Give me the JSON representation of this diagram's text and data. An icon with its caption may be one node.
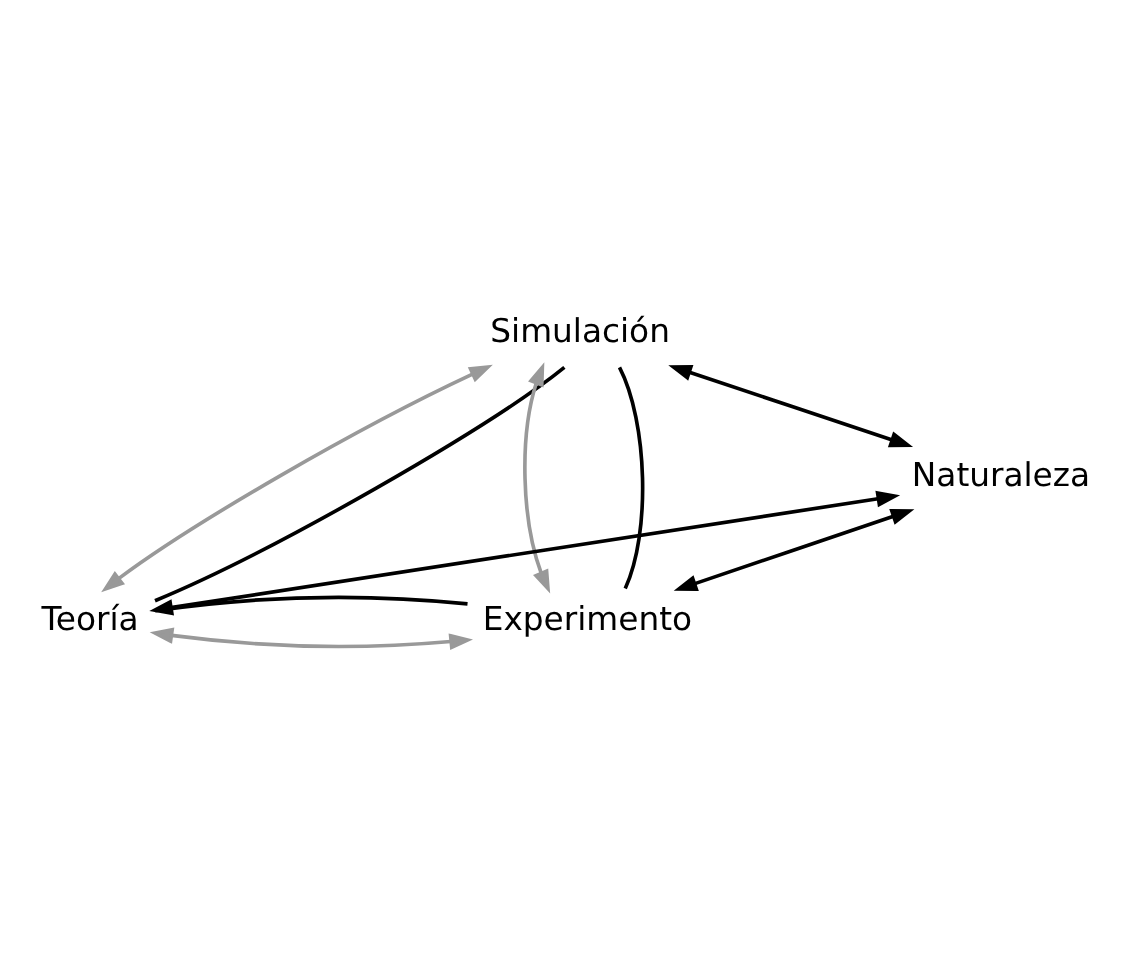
{
  "diagram": {
    "nodes": [
      {
        "text": [
          "Simulación"
        ]
      },
      {
        "text": [
          "Teoría"
        ]
      },
      {
        "text": [
          "Experimento"
        ]
      },
      {
        "text": [
          "Naturaleza"
        ]
      }
    ],
    "edges": [
      {
        "from": 0,
        "to": 1,
        "arrow": "both",
        "color": "#999999"
      },
      {
        "from": 0,
        "to": 2,
        "arrow": "both",
        "color": "#999999"
      },
      {
        "from": 1,
        "to": 2,
        "arrow": "both",
        "color": "#999999"
      },
      {
        "from": 0,
        "to": 1,
        "arrow": "none"
      },
      {
        "from": 0,
        "to": 2,
        "arrow": "none"
      },
      {
        "from": 1,
        "to": 2,
        "arrow": "none"
      },
      {
        "from": 0,
        "to": 3,
        "arrow": "both"
      },
      {
        "from": 1,
        "to": 3,
        "arrow": "both"
      },
      {
        "from": 2,
        "to": 3,
        "arrow": "both"
      }
    ]
  }
}
